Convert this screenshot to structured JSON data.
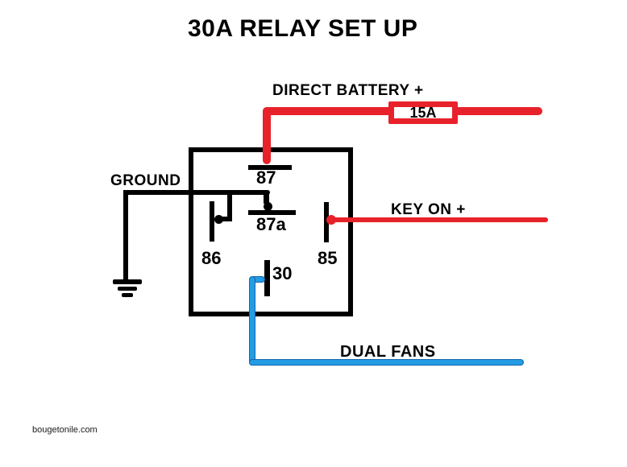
{
  "title": "30A RELAY SET UP",
  "battery": {
    "label": "DIRECT BATTERY +",
    "fuse_rating": "15A"
  },
  "ground": {
    "label": "GROUND"
  },
  "key_on": {
    "label": "KEY ON +"
  },
  "fans": {
    "label": "DUAL FANS"
  },
  "relay": {
    "pins": {
      "p87": "87",
      "p87a": "87a",
      "p86": "86",
      "p85": "85",
      "p30": "30"
    }
  },
  "watermark": "bougetonile.com",
  "colors": {
    "wire_red": "#e8222a",
    "wire_blue": "#249ce4",
    "diagram_black": "#000000",
    "background": "#ffffff"
  }
}
